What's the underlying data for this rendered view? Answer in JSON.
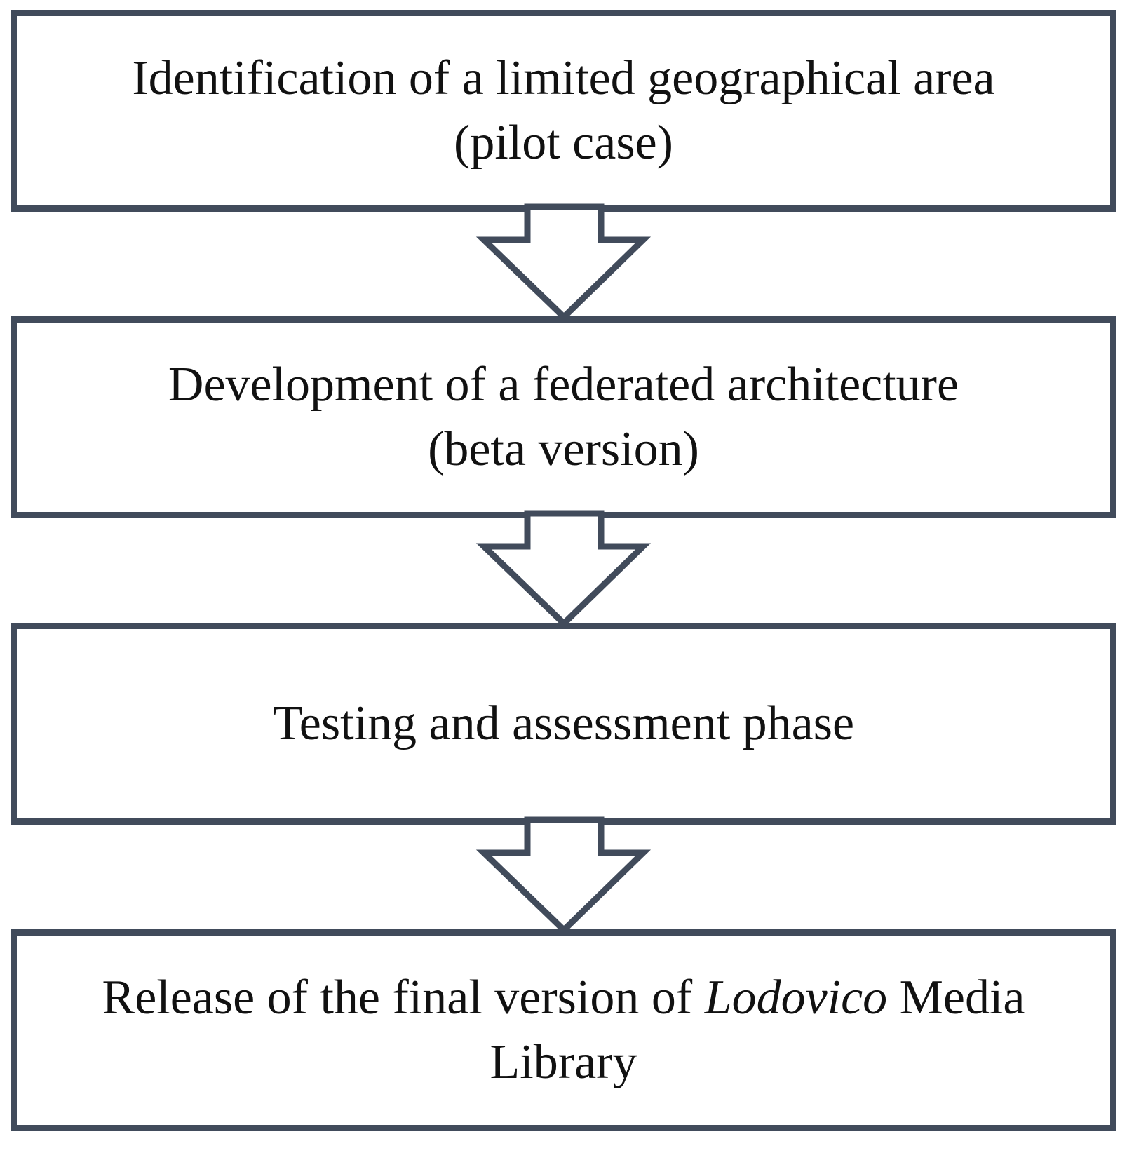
{
  "diagram": {
    "steps": [
      {
        "line1": "Identification of a limited geographical area",
        "line2": "(pilot case)"
      },
      {
        "line1": "Development of a federated architecture",
        "line2": "(beta version)"
      },
      {
        "line1": "Testing and assessment phase"
      },
      {
        "line1_before": "Release of the final version of ",
        "line1_italic": "Lodovico",
        "line1_after": " Media",
        "line2": "Library"
      }
    ],
    "colors": {
      "border": "#414b5b",
      "text": "#111111",
      "background": "#ffffff"
    }
  }
}
